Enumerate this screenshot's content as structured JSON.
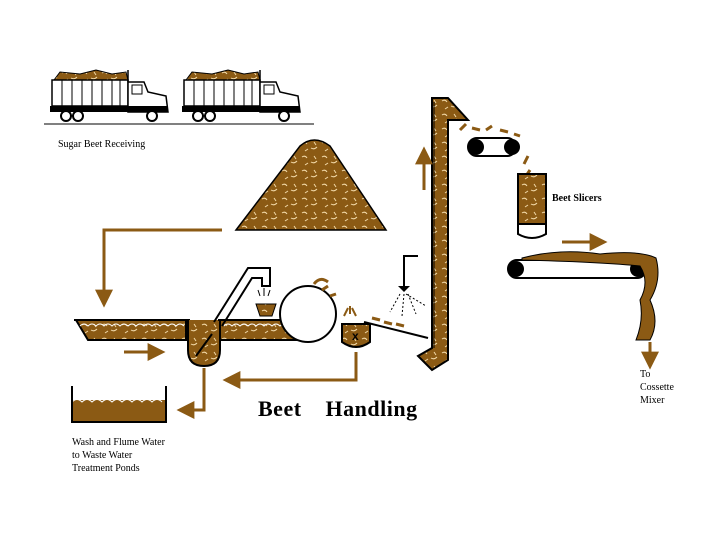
{
  "diagram": {
    "title": "Beet  Handling",
    "labels": {
      "receiving": "Sugar Beet Receiving",
      "slicers": "Beet Slicers",
      "to_cossette_1": "To",
      "to_cossette_2": "Cossette",
      "to_cossette_3": "Mixer",
      "wash_1": "Wash and Flume Water",
      "wash_2": "to Waste Water",
      "wash_3": "Treatment Ponds"
    },
    "colors": {
      "beet_brown": "#8b5a14",
      "pipe_brown": "#8b5a14",
      "ink": "#000000",
      "background": "#ffffff"
    },
    "icons": [
      "dump-truck-icon",
      "beet-pile-icon",
      "elevator-icon",
      "conveyor-icon",
      "slicer-icon",
      "spray-nozzle-icon",
      "tank-icon",
      "flume-icon",
      "pump-icon",
      "drum-washer-icon",
      "arrow-icon"
    ]
  }
}
